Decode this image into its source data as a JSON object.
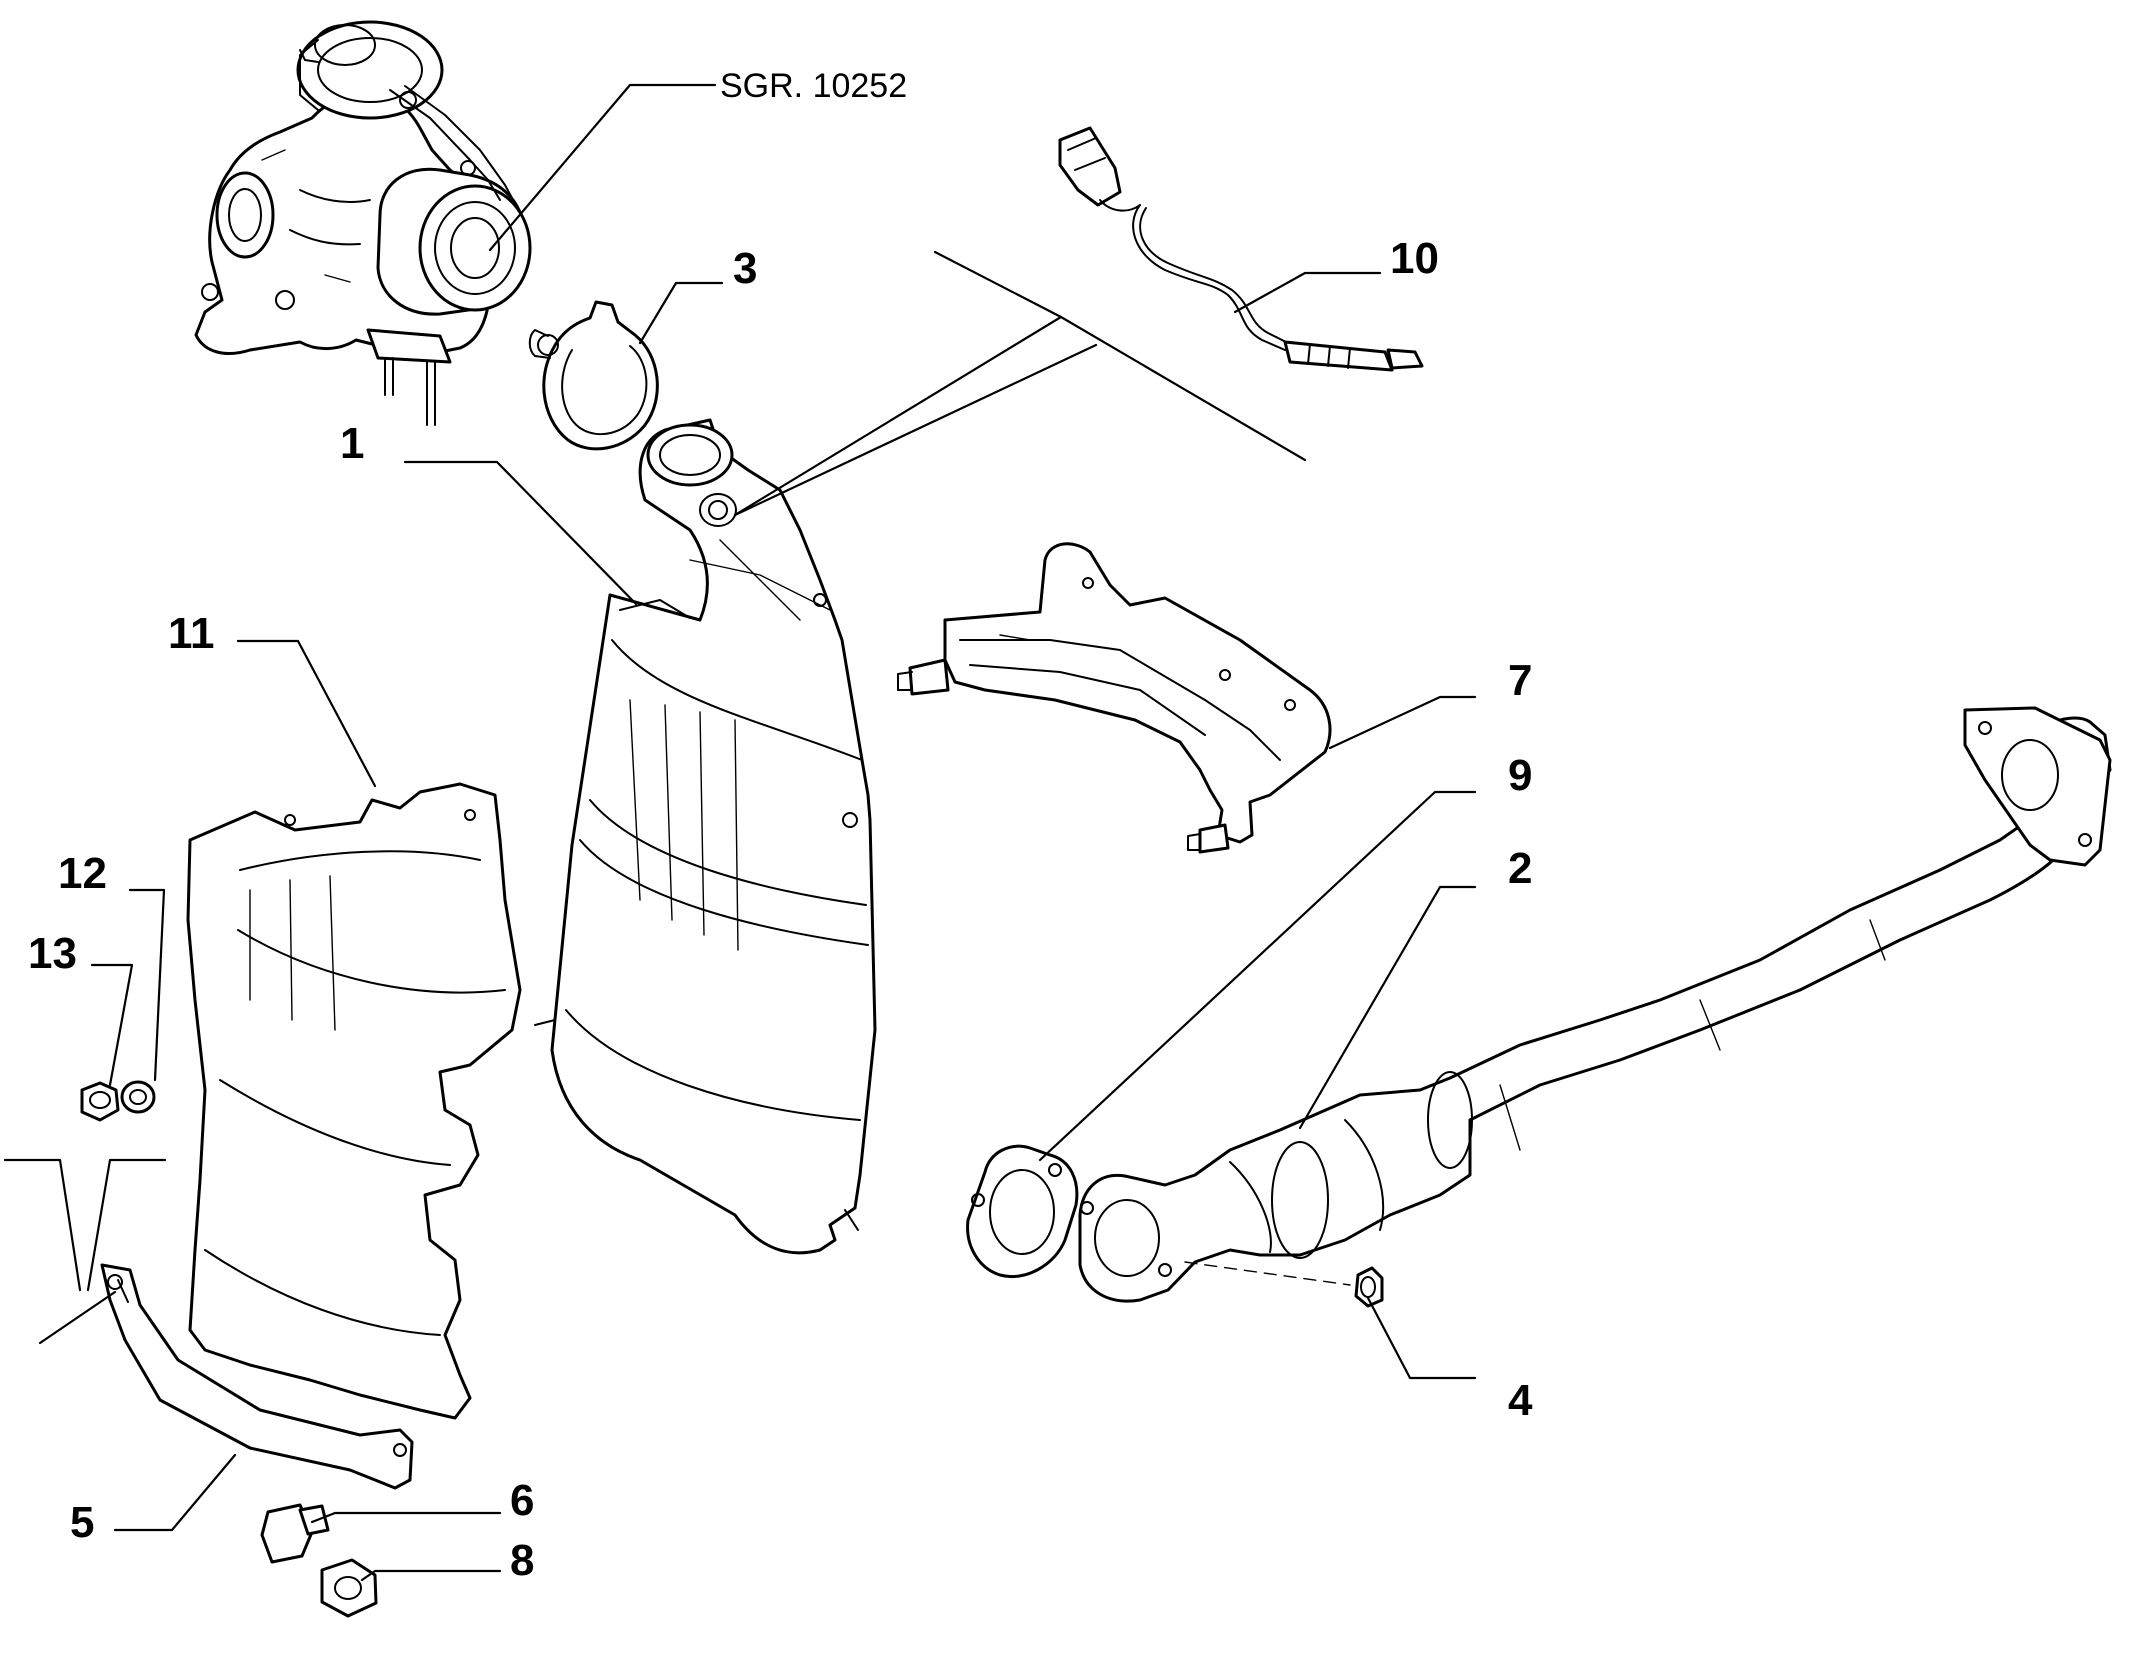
{
  "reference_label": "SGR. 10252",
  "callouts": {
    "c1": "1",
    "c2": "2",
    "c3": "3",
    "c4": "4",
    "c5": "5",
    "c6": "6",
    "c7": "7",
    "c8": "8",
    "c9": "9",
    "c10": "10",
    "c11": "11",
    "c12": "12",
    "c13": "13"
  },
  "colors": {
    "line": "#000000",
    "background": "#ffffff"
  }
}
